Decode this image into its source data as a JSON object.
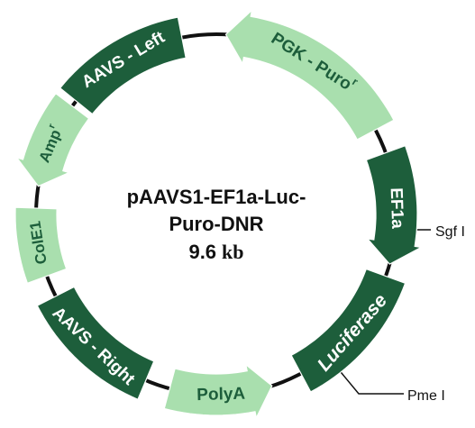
{
  "plasmid": {
    "name_line1": "pAAVS1-EF1a-Luc-",
    "name_line2": "Puro-DNR",
    "size_number": "9.6",
    "size_unit": "kb"
  },
  "features": {
    "pgk_puro": {
      "label": "PGK - Puro",
      "sup": "r"
    },
    "ef1a": {
      "label": "EF1a"
    },
    "luciferase": {
      "label": "Luciferase"
    },
    "polya": {
      "label": "PolyA"
    },
    "aavs_right": {
      "label": "AAVS - Right"
    },
    "cole1": {
      "label": "ColE1"
    },
    "amp": {
      "label": "Amp",
      "sup": "r"
    },
    "aavs_left": {
      "label": "AAVS - Left"
    }
  },
  "sites": {
    "sgf": "Sgf I",
    "pme": "Pme I"
  },
  "colors": {
    "dark_green": "#1d5e3b",
    "light_green": "#a9dfae",
    "backbone": "#111111",
    "light_text": "#1d5e3b",
    "dark_text": "#ffffff"
  }
}
